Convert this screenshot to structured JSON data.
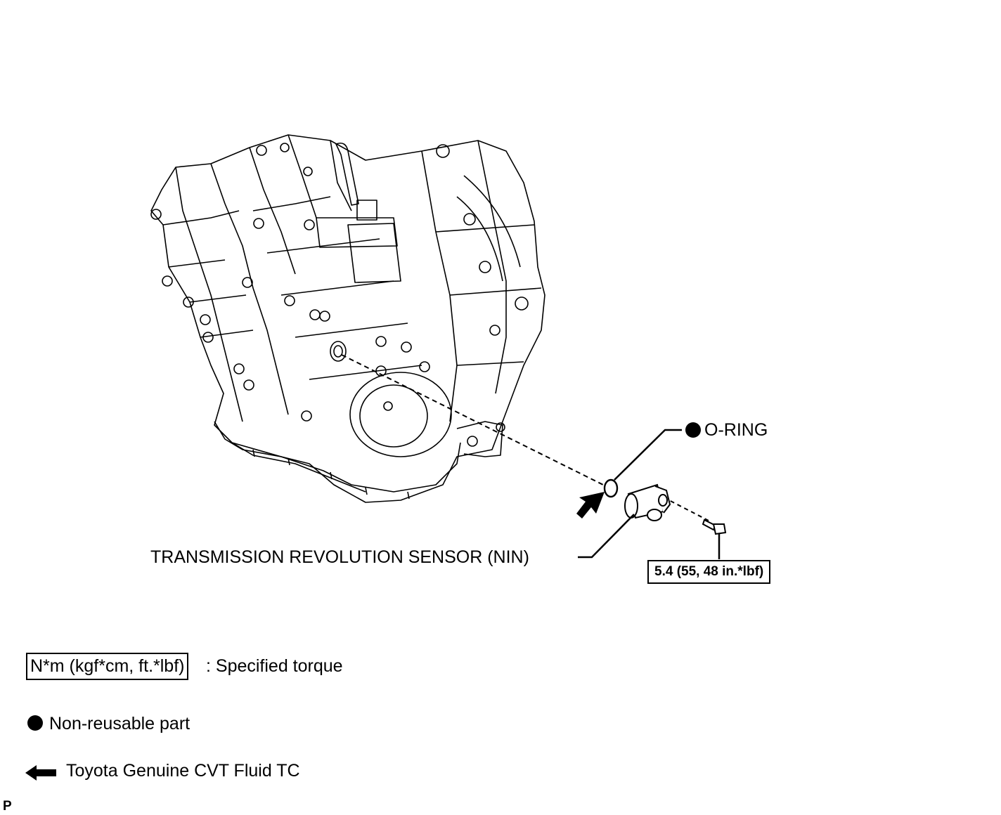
{
  "callouts": {
    "o_ring": "O-RING",
    "sensor": "TRANSMISSION REVOLUTION SENSOR (NIN)",
    "torque": "5.4 (55, 48 in.*lbf)"
  },
  "legend": {
    "torque_box": "N*m (kgf*cm, ft.*lbf)",
    "torque_desc": ": Specified torque",
    "non_reusable": "Non-reusable part",
    "fluid": "Toyota Genuine CVT Fluid TC"
  },
  "figure_code": "P",
  "icons": {
    "non_reusable": "filled-circle-icon",
    "fluid": "left-arrow-icon"
  }
}
